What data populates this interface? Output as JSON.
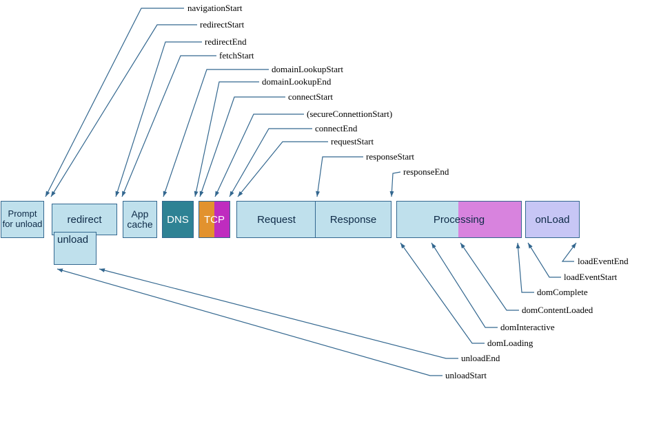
{
  "boxes": {
    "prompt_for_unload": "Prompt for unload",
    "redirect": "redirect",
    "unload": "unload",
    "app_cache": "App cache",
    "dns": "DNS",
    "tcp": "TCP",
    "request": "Request",
    "response": "Response",
    "processing": "Processing",
    "onload": "onLoad"
  },
  "timing_labels_top": [
    {
      "text": "navigationStart"
    },
    {
      "text": "redirectStart"
    },
    {
      "text": "redirectEnd"
    },
    {
      "text": "fetchStart"
    },
    {
      "text": "domainLookupStart"
    },
    {
      "text": "domainLookupEnd"
    },
    {
      "text": "connectStart"
    },
    {
      "text": "(secureConnettionStart)"
    },
    {
      "text": "connectEnd"
    },
    {
      "text": "requestStart"
    },
    {
      "text": "responseStart"
    },
    {
      "text": "responseEnd"
    }
  ],
  "timing_labels_bottom": [
    {
      "text": "loadEventEnd"
    },
    {
      "text": "loadEventStart"
    },
    {
      "text": "domComplete"
    },
    {
      "text": "domContentLoaded"
    },
    {
      "text": "domInteractive"
    },
    {
      "text": "domLoading"
    },
    {
      "text": "unloadEnd"
    },
    {
      "text": "unloadStart"
    }
  ],
  "colors": {
    "box_fill": "#bfe0ec",
    "box_border": "#33678f",
    "arrow": "#33678f",
    "dns_fill": "#2e8294",
    "tcp_orange": "#e2922e",
    "tcp_magenta": "#bf2cbf",
    "processing_violet": "#d883de",
    "onload_fill": "#c7c6f5"
  }
}
